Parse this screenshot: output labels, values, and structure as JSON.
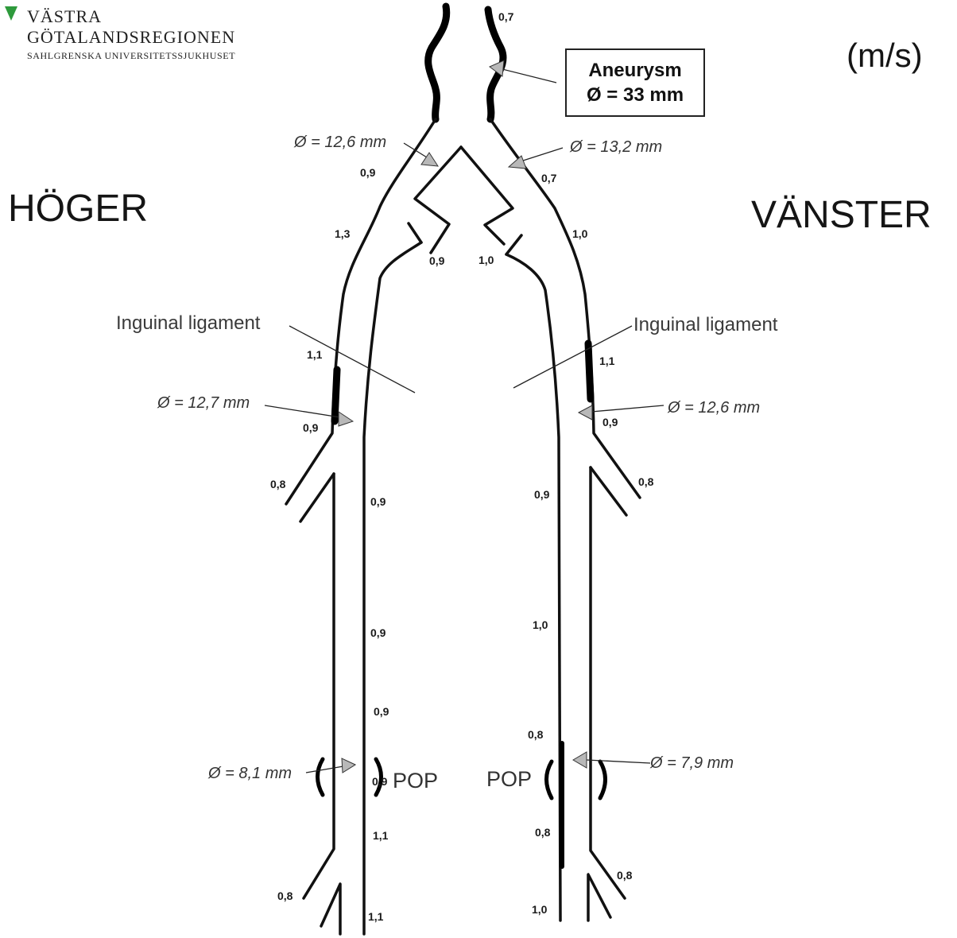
{
  "logo": {
    "line1": "VÄSTRA",
    "line2": "GÖTALANDSREGIONEN",
    "line3": "SAHLGRENSKA UNIVERSITETSSJUKHUSET",
    "accent_color": "#2e9a3c"
  },
  "unit": "(m/s)",
  "sides": {
    "right_side_label": "HÖGER",
    "left_side_label": "VÄNSTER"
  },
  "aneurysm": {
    "title": "Aneurysm",
    "diameter": "Ø = 33 mm"
  },
  "ligament": {
    "right": "Inguinal ligament",
    "left": "Inguinal ligament"
  },
  "pop": {
    "right": "POP",
    "left": "POP"
  },
  "diameters": {
    "right_iliac": "Ø = 12,6 mm",
    "left_iliac": "Ø = 13,2 mm",
    "right_femoral": "Ø = 12,7 mm",
    "left_femoral": "Ø = 12,6 mm",
    "right_popliteal": "Ø = 8,1 mm",
    "left_popliteal": "Ø = 7,9 mm"
  },
  "velocities": {
    "aorta": "0,7",
    "right_common_iliac": "0,9",
    "left_common_iliac": "0,7",
    "right_external_iliac": "1,3",
    "left_external_iliac": "1,0",
    "right_internal_iliac": "0,9",
    "left_internal_iliac": "1,0",
    "right_cfa": "1,1",
    "left_cfa": "1,1",
    "right_cfa_distal": "0,9",
    "left_cfa_distal": "0,9",
    "right_profunda": "0,8",
    "left_profunda": "0,8",
    "right_sfa_1": "0,9",
    "left_sfa_1": "0,9",
    "right_sfa_2": "0,9",
    "left_sfa_2": "1,0",
    "right_sfa_3": "0,9",
    "left_sfa_3": "0,8",
    "right_pop": "0,9",
    "right_pop_distal": "1,1",
    "left_pop_distal": "0,8",
    "right_tibial_branch": "0,8",
    "left_tibial_branch": "0,8",
    "right_tibial": "1,1",
    "left_tibial": "1,0"
  }
}
